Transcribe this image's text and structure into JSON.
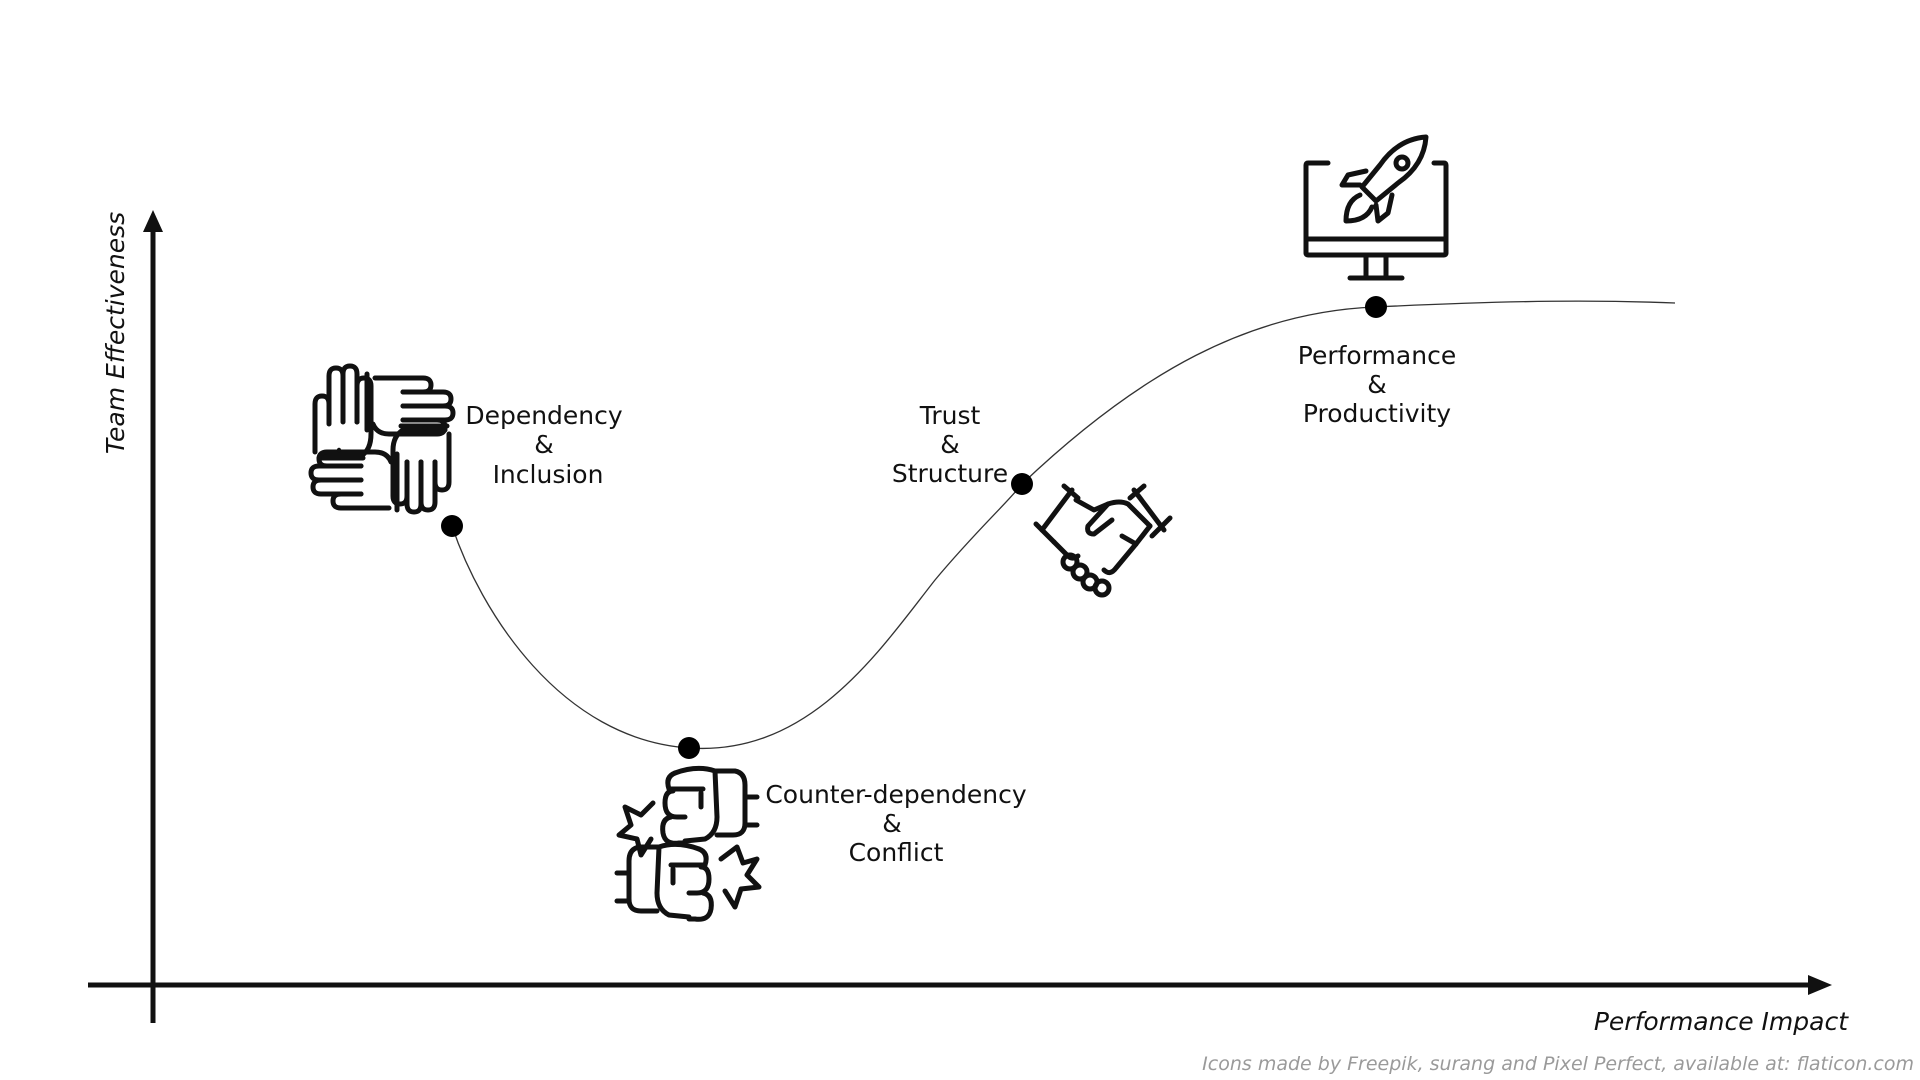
{
  "axes": {
    "y_label": "Team Effectiveness",
    "x_label": "Performance Impact"
  },
  "stages": [
    {
      "lines": [
        "Dependency",
        "&",
        "Inclusion"
      ],
      "icon": "four-hands-icon"
    },
    {
      "lines": [
        "Counter-dependency",
        "&",
        "Conflict"
      ],
      "icon": "clashing-fists-icon"
    },
    {
      "lines": [
        "Trust",
        "&",
        "Structure"
      ],
      "icon": "handshake-icon"
    },
    {
      "lines": [
        "Performance",
        "&",
        "Productivity"
      ],
      "icon": "rocket-monitor-icon"
    }
  ],
  "credit": "Icons made by Freepik, surang and Pixel Perfect, available at: flaticon.com"
}
